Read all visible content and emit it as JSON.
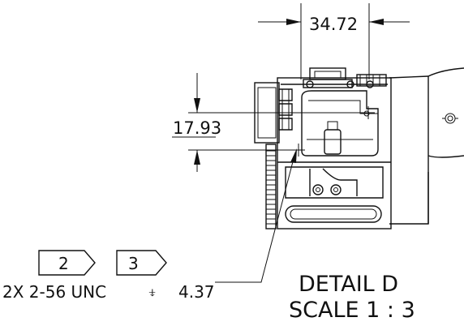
{
  "dimensions": {
    "horizontal": "34.72",
    "vertical": "17.93"
  },
  "callout": {
    "flag_1": "2",
    "flag_2": "3",
    "note_prefix": "2X 2-56 UNC",
    "depth_symbol": "⍖",
    "depth_value": "4.37"
  },
  "detail": {
    "title": "DETAIL D",
    "scale": "SCALE 1 : 3"
  }
}
